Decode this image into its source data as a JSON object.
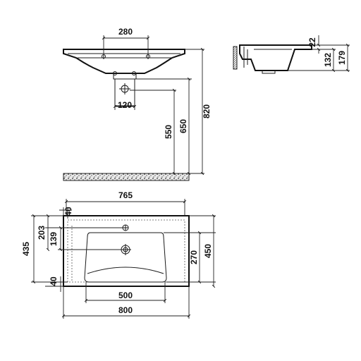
{
  "front_view": {
    "dims": {
      "tap_spacing": "280",
      "waste_width": "120",
      "height_550": "550",
      "height_650": "650",
      "height_820": "820"
    }
  },
  "side_view": {
    "dims": {
      "rim": "22",
      "depth": "132",
      "total_height": "179"
    }
  },
  "top_view": {
    "dims": {
      "top_width": "765",
      "offset_40_top": "40",
      "hole_203": "203",
      "hole_139": "139",
      "total_depth": "435",
      "offset_40_bottom": "40",
      "bowl_width": "500",
      "overall_width": "800",
      "bowl_depth": "270",
      "depth_450": "450"
    }
  }
}
